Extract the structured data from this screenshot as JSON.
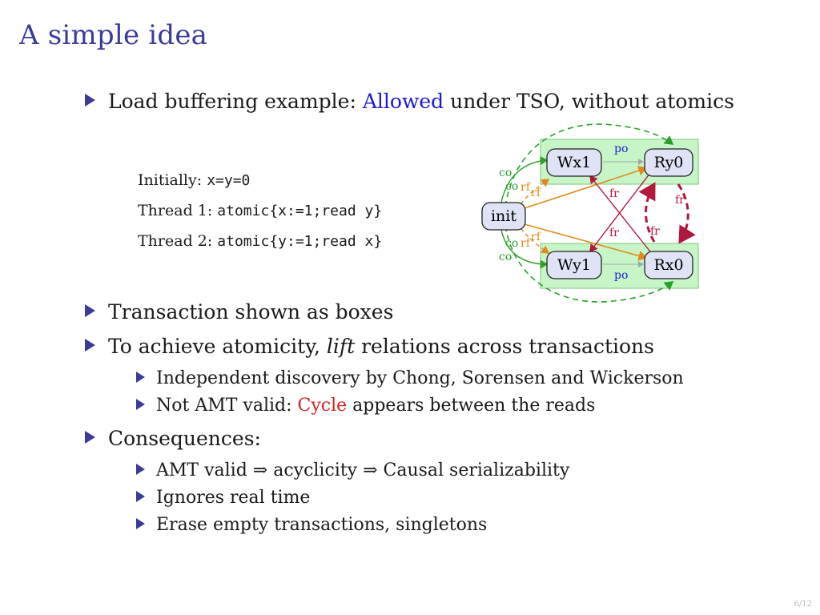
{
  "title": "A simple idea",
  "bullets": {
    "b1": {
      "pre": "Load buffering example: ",
      "hl": "Allowed",
      "post": " under TSO, without atomics"
    },
    "b2": "Transaction shown as boxes",
    "b3": {
      "pre": "To achieve atomicity, ",
      "em": "lift",
      "post": " relations across transactions"
    },
    "b3_sub1": "Independent discovery by Chong, Sorensen and Wickerson",
    "b3_sub2": {
      "pre": "Not AMT valid: ",
      "hl": "Cycle",
      "post": " appears between the reads"
    },
    "b4": "Consequences:",
    "b4_sub1": "AMT valid ⇒ acyclicity ⇒ Causal serializability",
    "b4_sub2": "Ignores real time",
    "b4_sub3": "Erase empty transactions, singletons"
  },
  "code": {
    "init_label": "Initially: ",
    "init_code": "x=y=0",
    "t1_label": "Thread 1: ",
    "t1_code": "atomic{x:=1;read y}",
    "t2_label": "Thread 2: ",
    "t2_code": "atomic{y:=1;read x}"
  },
  "diagram": {
    "init": "init",
    "wx1": "Wx1",
    "ry0": "Ry0",
    "wy1": "Wy1",
    "rx0": "Rx0",
    "po": "po",
    "rf": "rf",
    "co": "co",
    "fr": "fr"
  },
  "page_number": "6/12",
  "colors": {
    "title": "#3b3b9a",
    "highlight_blue": "#1a1ad6",
    "highlight_red": "#d42020"
  }
}
